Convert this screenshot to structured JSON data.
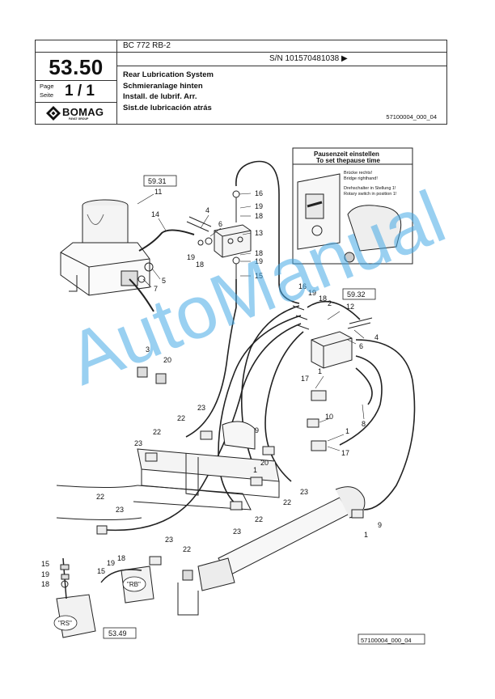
{
  "header": {
    "model": "BC 772 RB-2",
    "serial": "S/N 101570481038 ▶",
    "page_number": "53.50",
    "page_label_1": "Page",
    "page_label_2": "Seite",
    "page_fraction": "1 / 1",
    "brand": "BOMAG",
    "brand_sub": "FAYAT GROUP",
    "titles": [
      "Rear Lubrication System",
      "Schmieranlage hinten",
      "Install. de lubrif. Arr.",
      "Sist.de lubricación atrás"
    ],
    "doc_ref": "57100004_000_04"
  },
  "inset": {
    "title_1": "Pausenzeit einstellen",
    "title_2": "To set thepause time",
    "note_1": "Brücke rechts!",
    "note_2": "Bridge righthand!",
    "note_3": "Drehschalter in Stellung 1!",
    "note_4": "Rotary switch in position 1!"
  },
  "refs": {
    "r1": "59.31",
    "r2": "59.32",
    "r3": "53.49",
    "footer": "57100004_000_04"
  },
  "markers": {
    "rb": "\"RB\"",
    "rs": "\"RS\""
  },
  "callouts": {
    "c11": "11",
    "c14": "14",
    "c4a": "4",
    "c6a": "6",
    "c7": "7",
    "c5": "5",
    "c19a": "19",
    "c18a": "18",
    "c16a": "16",
    "c19b": "19",
    "c18b": "18",
    "c13": "13",
    "c18c": "18",
    "c19c": "19",
    "c15a": "15",
    "c16b": "16",
    "c19d": "19",
    "c18d": "18",
    "c2": "2",
    "c12": "12",
    "c4b": "4",
    "c6b": "6",
    "c3": "3",
    "c20a": "20",
    "c17a": "17",
    "c1a": "1",
    "c8": "8",
    "c10": "10",
    "c1b": "1",
    "c17b": "17",
    "c23a": "23",
    "c22a": "22",
    "c22b": "22",
    "c23b": "23",
    "c9a": "9",
    "c20b": "20",
    "c1c": "1",
    "c23c": "23",
    "c22c": "22",
    "c22d": "22",
    "c23d": "23",
    "c22e": "22",
    "c23e": "23",
    "c23f": "23",
    "c22f": "22",
    "c9b": "9",
    "c1d": "1",
    "c15b": "15",
    "c19e": "19",
    "c18e": "18",
    "c19f": "19",
    "c18f": "18",
    "c15c": "15"
  },
  "watermark": "AutoManual"
}
